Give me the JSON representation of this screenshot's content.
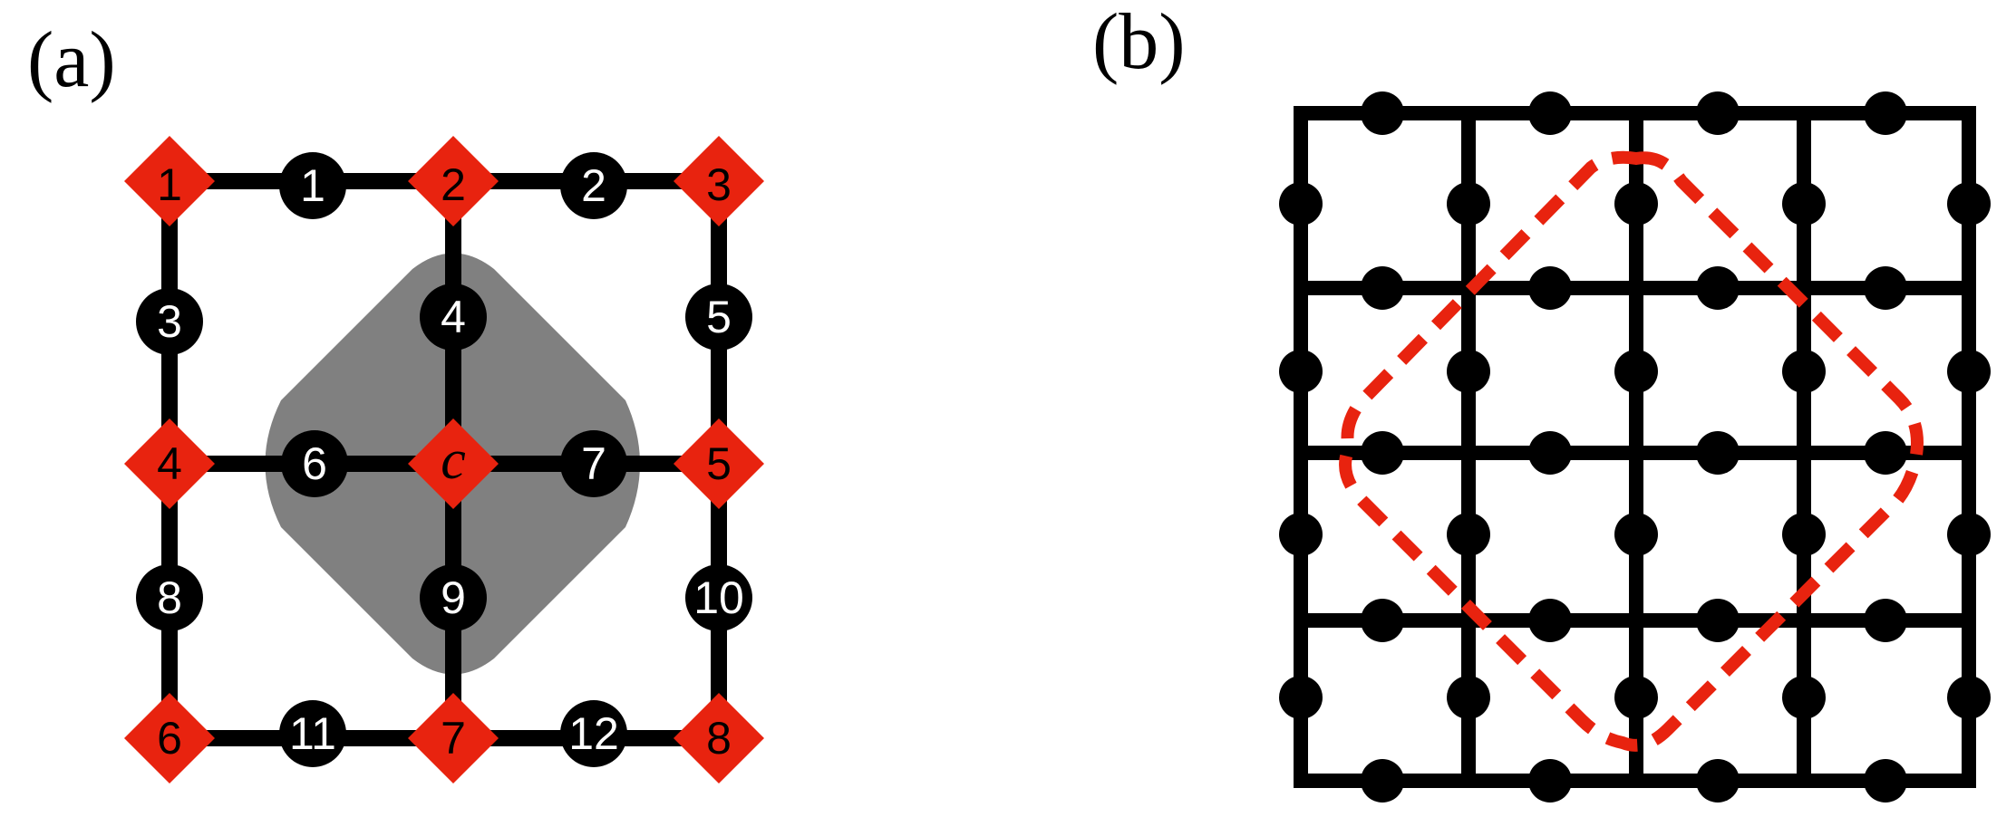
{
  "panel_a": {
    "label": "(a)",
    "center_label": "c",
    "vertex_labels": [
      "1",
      "2",
      "3",
      "4",
      "5",
      "6",
      "7",
      "8"
    ],
    "qubit_labels": [
      "1",
      "2",
      "3",
      "4",
      "5",
      "6",
      "7",
      "8",
      "9",
      "10",
      "11",
      "12"
    ]
  },
  "panel_b": {
    "label": "(b)"
  },
  "colors": {
    "vertex": "#e8230f",
    "qubit": "#000000",
    "plaquette": "#808080",
    "loop": "#e8230f"
  }
}
